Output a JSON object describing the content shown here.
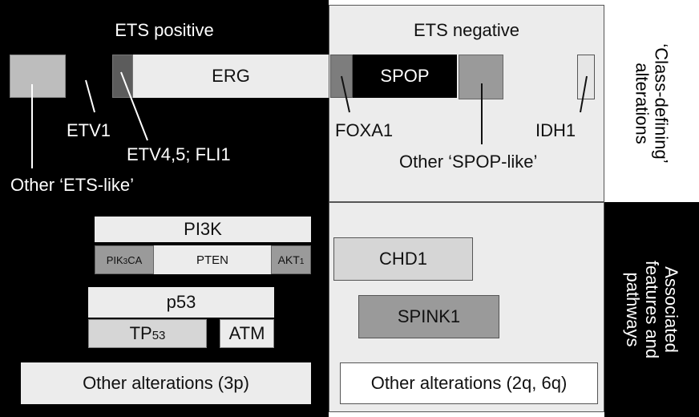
{
  "headers": {
    "ets_positive": "ETS positive",
    "ets_negative": "ETS negative"
  },
  "side_labels": {
    "class_defining": [
      "‘Class-defining’",
      "alterations"
    ],
    "associated": [
      "Associated",
      "features and",
      "pathways"
    ]
  },
  "class_boxes": {
    "erg": "ERG",
    "spop": "SPOP"
  },
  "callouts": {
    "etv1": "ETV1",
    "etv45_fli1": "ETV4,5; FLI1",
    "other_ets_like": "Other ‘ETS-like’",
    "foxa1": "FOXA1",
    "idh1": "IDH1",
    "other_spop_like": "Other ‘SPOP-like’"
  },
  "pi3k": {
    "title": "PI3K",
    "pik3ca_main": "PIK",
    "pik3ca_sub": "3",
    "pik3ca_end": "CA",
    "pten": "PTEN",
    "akt_main": "AKT",
    "akt_sub": "1"
  },
  "p53": {
    "title": "p53",
    "tp_main": "TP",
    "tp_sub": "53",
    "atm": "ATM"
  },
  "other_alterations": {
    "left": "Other alterations (3p)",
    "right": "Other alterations (2q, 6q)"
  },
  "negative_features": {
    "chd1": "CHD1",
    "spink1": "SPINK1"
  },
  "colors": {
    "black": "#000000",
    "light_panel": "#ececec",
    "light_box": "#d6d6d6",
    "mid_box": "#9a9a9a",
    "dark_box": "#5c5c5c",
    "white": "#ffffff"
  }
}
